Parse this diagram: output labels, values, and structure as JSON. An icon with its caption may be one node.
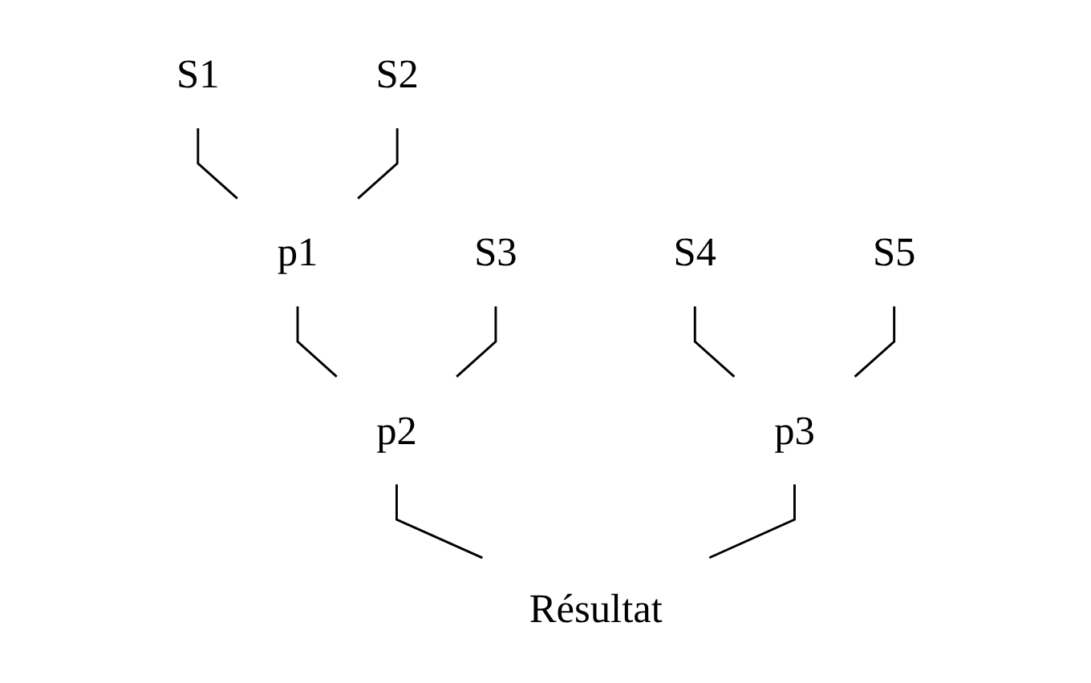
{
  "diagram": {
    "nodes": [
      {
        "text": [
          "S1"
        ]
      },
      {
        "text": [
          "S2"
        ]
      },
      {
        "text": [
          "S3"
        ]
      },
      {
        "text": [
          "S4"
        ]
      },
      {
        "text": [
          "S5"
        ]
      },
      {
        "text": [
          "p1"
        ]
      },
      {
        "text": [
          "p2"
        ]
      },
      {
        "text": [
          "p3"
        ]
      },
      {
        "text": [
          "Résultat"
        ]
      }
    ],
    "edges": [
      {
        "from": 0,
        "to": 5,
        "arrow": "none"
      },
      {
        "from": 1,
        "to": 5,
        "arrow": "none"
      },
      {
        "from": 5,
        "to": 6,
        "arrow": "none"
      },
      {
        "from": 2,
        "to": 6,
        "arrow": "none"
      },
      {
        "from": 3,
        "to": 7,
        "arrow": "none"
      },
      {
        "from": 4,
        "to": 7,
        "arrow": "none"
      },
      {
        "from": 6,
        "to": 8,
        "arrow": "none"
      },
      {
        "from": 7,
        "to": 8,
        "arrow": "none"
      }
    ]
  }
}
